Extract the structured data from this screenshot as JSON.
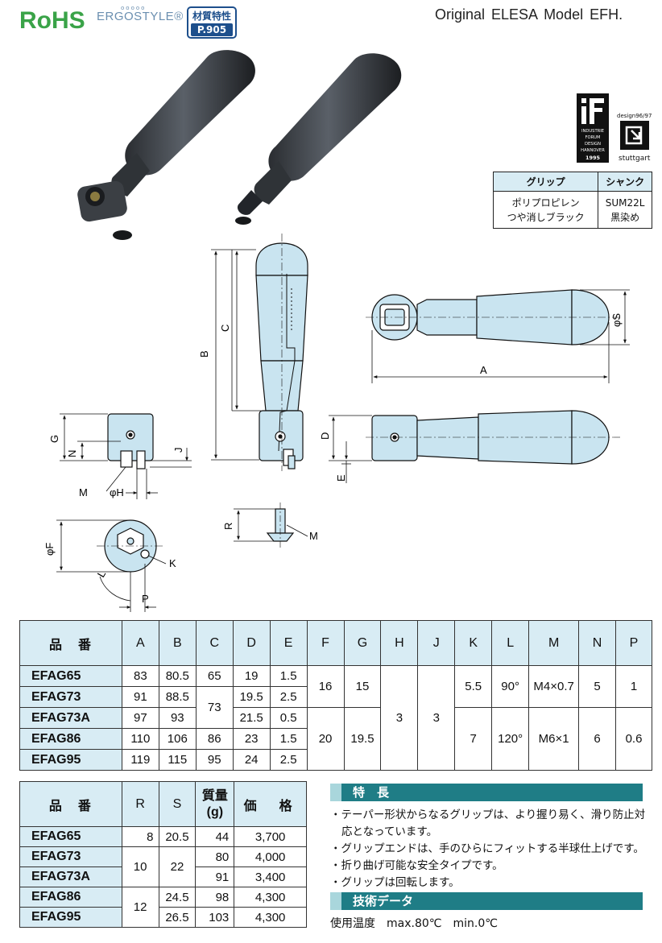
{
  "header": {
    "rohs_logo": "RoHS",
    "ergostyle": "ERGOSTYLE®",
    "material_badge_label": "材質特性",
    "material_badge_page": "P.905",
    "model": "Original  ELESA  Model  EFH."
  },
  "awards": {
    "if_logo": [
      "INDUSTRIE",
      "FORUM",
      "DESIGN",
      "HANNOVER",
      "1995"
    ],
    "stuttgart_caption": "design96/97",
    "stuttgart_name": "stuttgart"
  },
  "material_table": {
    "headers": [
      "グリップ",
      "シャンク"
    ],
    "grip": [
      "ポリプロピレン",
      "つや消しブラック"
    ],
    "shank": [
      "SUM22L",
      "黒染め"
    ]
  },
  "drawing_labels": {
    "B": "B",
    "C": "C",
    "A": "A",
    "S": "φS",
    "D": "D",
    "E": "E",
    "G": "G",
    "N": "N",
    "J": "J",
    "M": "M",
    "H": "φH",
    "F": "φF",
    "K": "K",
    "L": "L",
    "P": "P",
    "R": "R",
    "M2": "M"
  },
  "spec_table": {
    "headers": [
      "品　番",
      "A",
      "B",
      "C",
      "D",
      "E",
      "F",
      "G",
      "H",
      "J",
      "K",
      "L",
      "M",
      "N",
      "P"
    ],
    "rows": [
      {
        "pn": "EFAG65",
        "A": "83",
        "B": "80.5",
        "D": "19",
        "E": "1.5"
      },
      {
        "pn": "EFAG73",
        "A": "91",
        "B": "88.5",
        "D": "19.5",
        "E": "2.5"
      },
      {
        "pn": "EFAG73A",
        "A": "97",
        "B": "93",
        "D": "21.5",
        "E": "0.5"
      },
      {
        "pn": "EFAG86",
        "A": "110",
        "B": "106",
        "D": "23",
        "E": "1.5"
      },
      {
        "pn": "EFAG95",
        "A": "119",
        "B": "115",
        "D": "24",
        "E": "2.5"
      }
    ],
    "C": {
      "r1": "65",
      "r23": "73",
      "r4": "86",
      "r5": "95"
    },
    "group1": {
      "F": "16",
      "G": "15",
      "K": "5.5",
      "L": "90°",
      "M": "M4×0.7",
      "N": "5",
      "P": "1"
    },
    "group2": {
      "F": "20",
      "G": "19.5",
      "K": "7",
      "L": "120°",
      "M": "M6×1",
      "N": "6",
      "P": "0.6"
    },
    "H": "3",
    "J": "3"
  },
  "price_table": {
    "headers": [
      "品　番",
      "R",
      "S",
      "質量",
      "(g)",
      "価　格"
    ],
    "rows": [
      {
        "pn": "EFAG65",
        "mass": "44",
        "price": "3,700"
      },
      {
        "pn": "EFAG73",
        "mass": "80",
        "price": "4,000"
      },
      {
        "pn": "EFAG73A",
        "mass": "91",
        "price": "3,400"
      },
      {
        "pn": "EFAG86",
        "mass": "98",
        "price": "4,300"
      },
      {
        "pn": "EFAG95",
        "mass": "103",
        "price": "4,300"
      }
    ],
    "R": {
      "r1": "8",
      "r23": "10",
      "r45": "12"
    },
    "S": {
      "r1": "20.5",
      "r23": "22",
      "r4": "24.5",
      "r5": "26.5"
    }
  },
  "features": {
    "title": "特　長",
    "items": [
      "テーパー形状からなるグリップは、より握り易く、滑り防止対応となっています。",
      "グリップエンドは、手のひらにフィットする半球仕上げです。",
      "折り曲げ可能な安全タイプです。",
      "グリップは回転します。"
    ]
  },
  "tech": {
    "title": "技術データ",
    "text": "使用温度　max.80℃　min.0℃"
  },
  "colors": {
    "header_fill": "#d8ecf4",
    "accent_bar": "#1f7d86",
    "part_fill": "#c9e4f0",
    "badge": "#1d4f8c"
  }
}
